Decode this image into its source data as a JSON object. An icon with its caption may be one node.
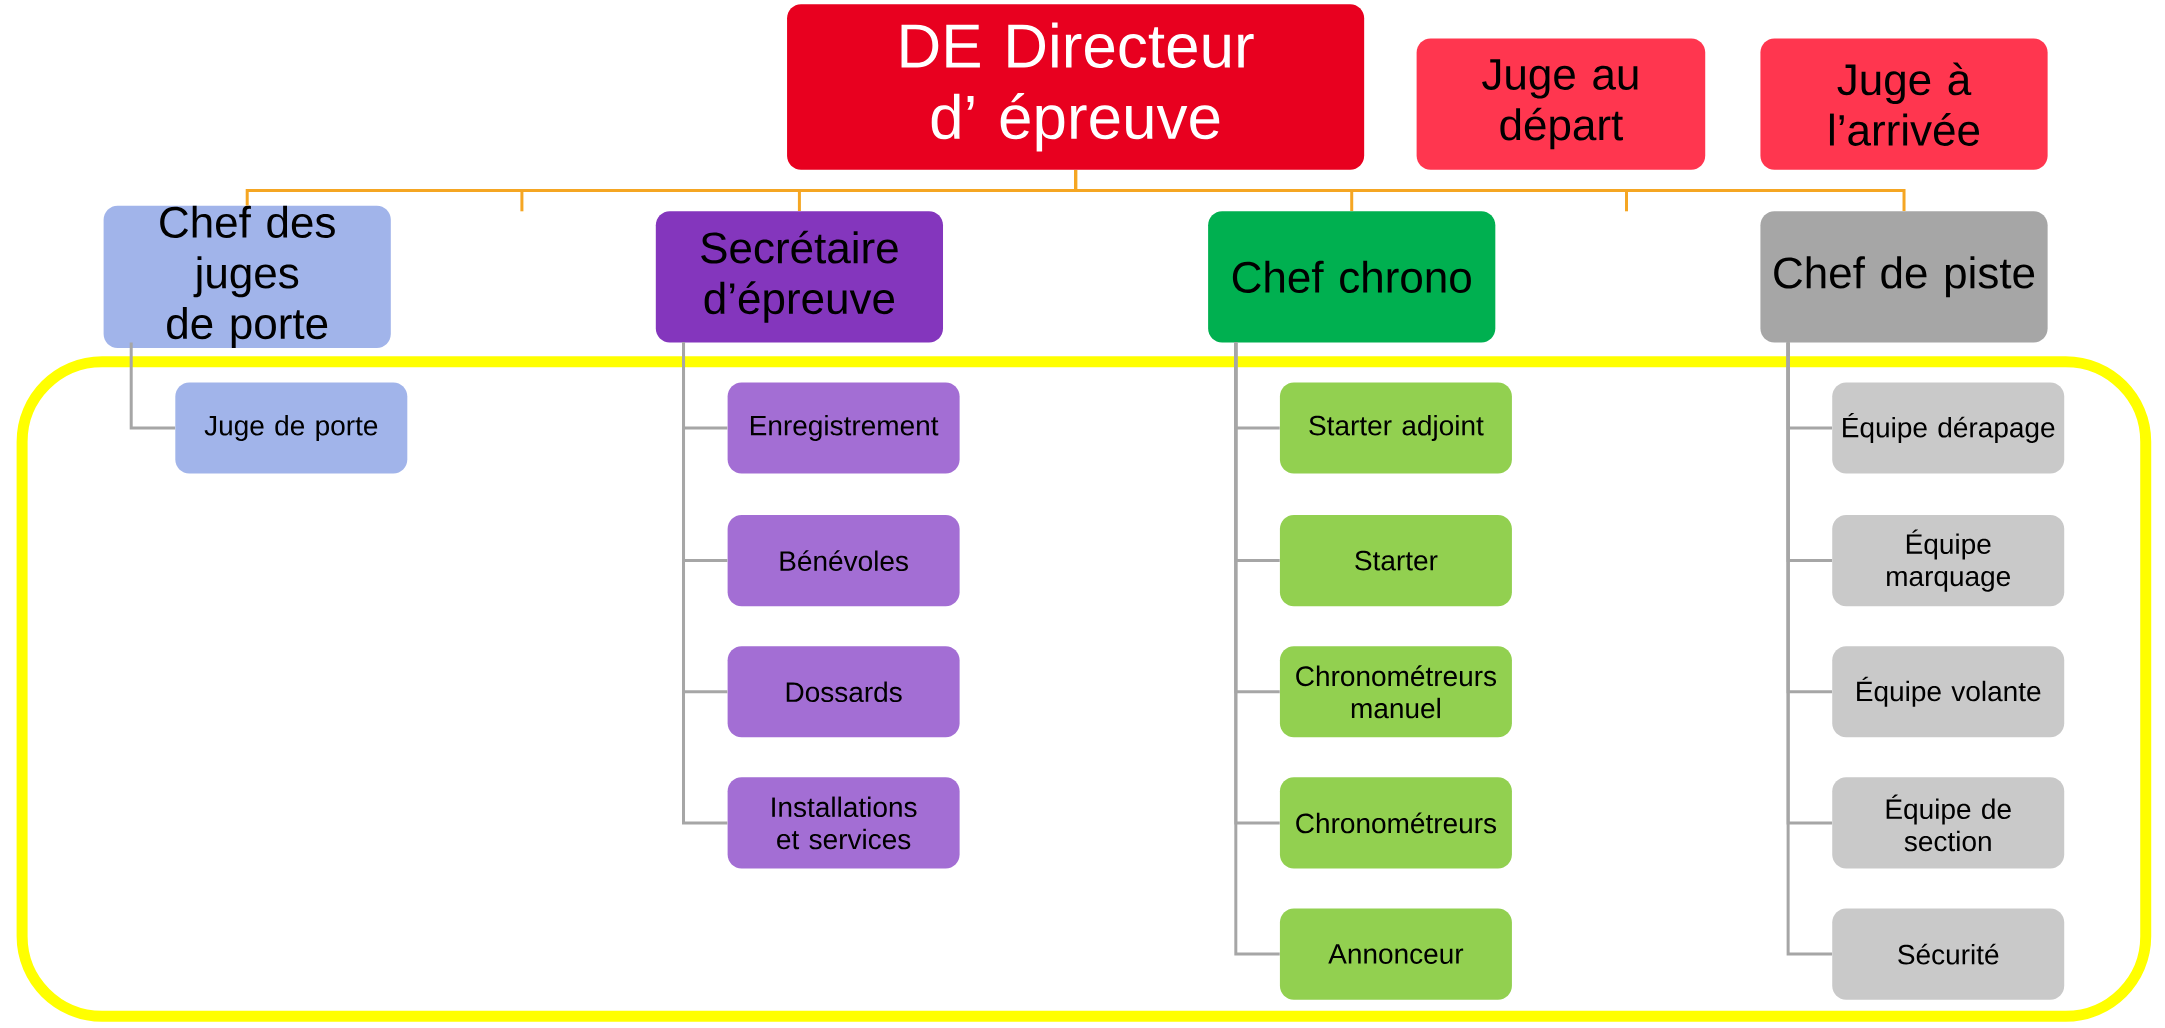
{
  "diagram": {
    "nodes": [
      {
        "text": [
          "DE Directeur d’ épreuve"
        ]
      },
      {
        "text": [
          "Juge au départ"
        ]
      },
      {
        "text": [
          "Juge à l’arrivée"
        ]
      },
      {
        "text": [
          "Chef des juges de porte"
        ]
      },
      {
        "text": [
          "Secrétaire d’épreuve"
        ]
      },
      {
        "text": [
          "Chef chrono"
        ]
      },
      {
        "text": [
          "Chef de piste"
        ]
      },
      {
        "text": [],
        "shape": "box"
      },
      {
        "text": [
          "Juge de porte"
        ],
        "in": 7
      },
      {
        "text": [
          "Enregistrement"
        ],
        "in": 7
      },
      {
        "text": [
          "Bénévoles"
        ],
        "in": 7
      },
      {
        "text": [
          "Dossards"
        ],
        "in": 7
      },
      {
        "text": [
          "Installations et services"
        ],
        "in": 7
      },
      {
        "text": [
          "Starter adjoint"
        ],
        "in": 7
      },
      {
        "text": [
          "Starter"
        ],
        "in": 7
      },
      {
        "text": [
          "Chronométreurs manuel"
        ],
        "in": 7
      },
      {
        "text": [
          "Chronométreurs"
        ],
        "in": 7
      },
      {
        "text": [
          "Annonceur"
        ],
        "in": 7
      },
      {
        "text": [
          "Équipe dérapage"
        ],
        "in": 7
      },
      {
        "text": [
          "Équipe marquage"
        ],
        "in": 7
      },
      {
        "text": [
          "Équipe volante"
        ],
        "in": 7
      },
      {
        "text": [
          "Équipe de section"
        ],
        "in": 7
      },
      {
        "text": [
          "Sécurité"
        ],
        "in": 7
      }
    ],
    "edges": [
      {
        "from": 0,
        "to": 3,
        "arrow": "none",
        "color": "#f5a623"
      },
      {
        "from": 0,
        "to": 4,
        "arrow": "none",
        "color": "#f5a623"
      },
      {
        "from": 0,
        "to": 5,
        "arrow": "none",
        "color": "#f5a623"
      },
      {
        "from": 0,
        "to": 6,
        "arrow": "none",
        "color": "#f5a623"
      },
      {
        "from": 3,
        "to": 8,
        "arrow": "none"
      },
      {
        "from": 4,
        "to": 9,
        "arrow": "none"
      },
      {
        "from": 4,
        "to": 10,
        "arrow": "none"
      },
      {
        "from": 4,
        "to": 11,
        "arrow": "none"
      },
      {
        "from": 4,
        "to": 12,
        "arrow": "none"
      },
      {
        "from": 5,
        "to": 13,
        "arrow": "none"
      },
      {
        "from": 5,
        "to": 14,
        "arrow": "none"
      },
      {
        "from": 5,
        "to": 15,
        "arrow": "none"
      },
      {
        "from": 5,
        "to": 16,
        "arrow": "none"
      },
      {
        "from": 5,
        "to": 17,
        "arrow": "none"
      },
      {
        "from": 6,
        "to": 18,
        "arrow": "none"
      },
      {
        "from": 6,
        "to": 19,
        "arrow": "none"
      },
      {
        "from": 6,
        "to": 20,
        "arrow": "none"
      },
      {
        "from": 6,
        "to": 21,
        "arrow": "none"
      },
      {
        "from": 6,
        "to": 22,
        "arrow": "none"
      }
    ]
  }
}
